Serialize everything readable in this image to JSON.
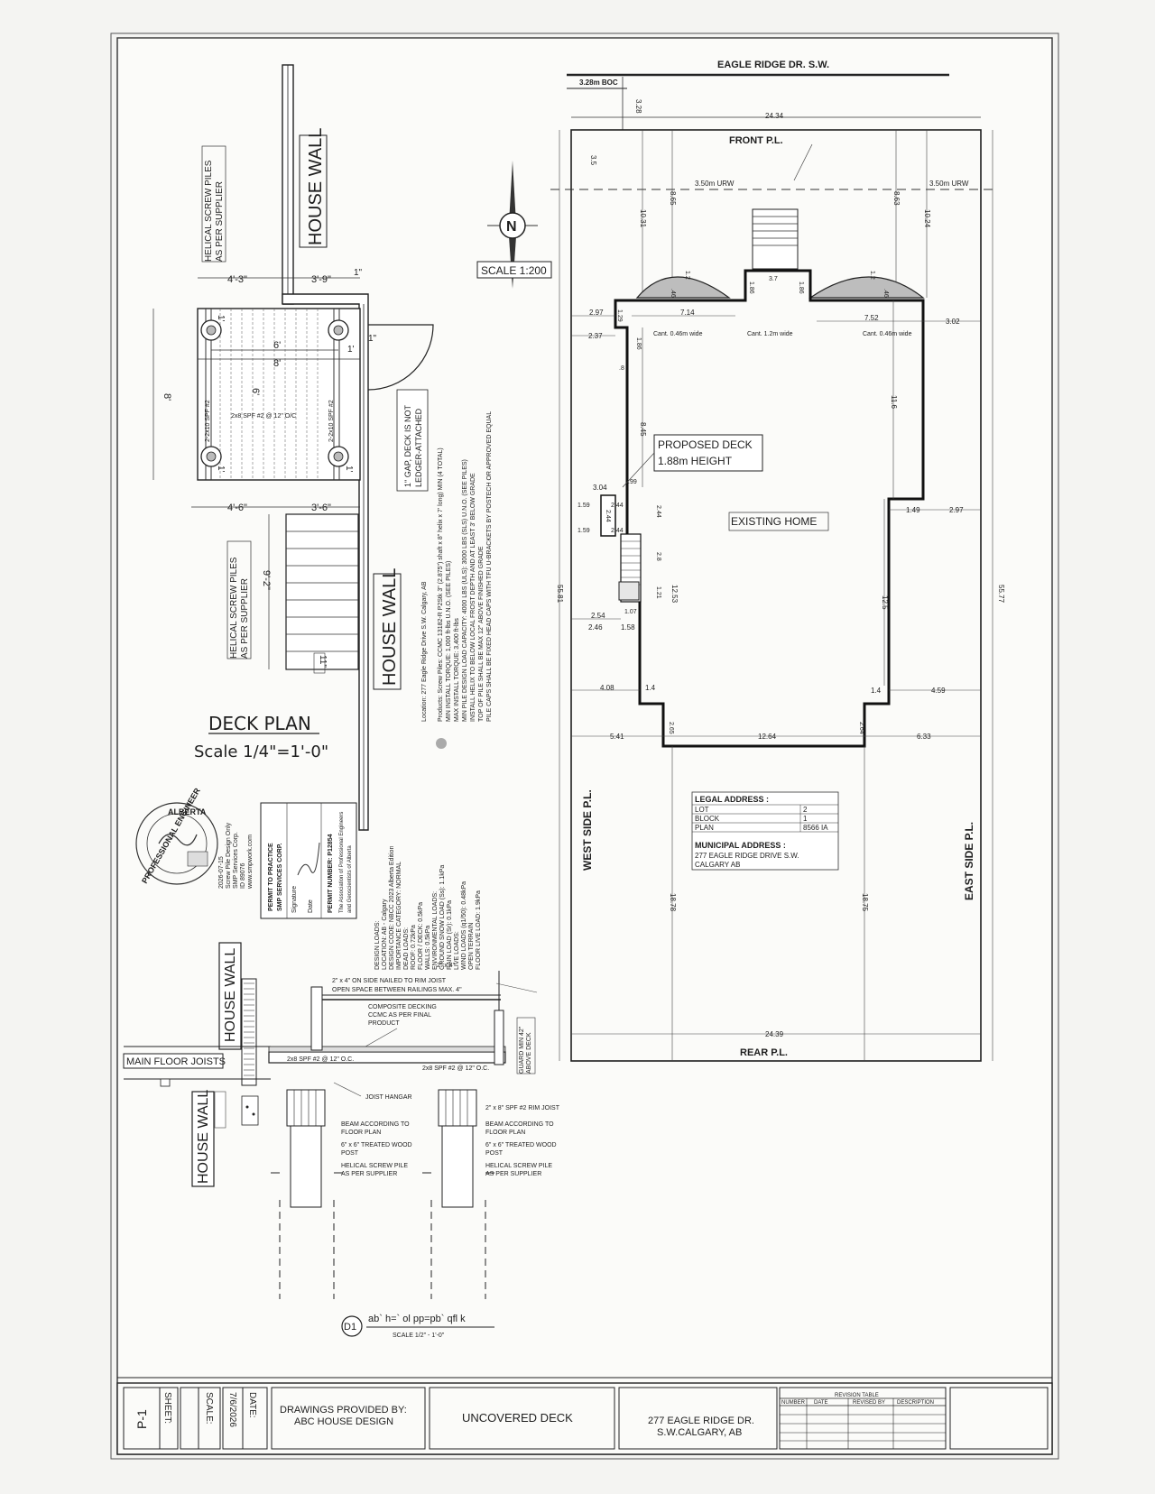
{
  "site_plan": {
    "street": "EAGLE RIDGE DR. S.W.",
    "boc": "3.28m BOC",
    "scale": "SCALE 1:200",
    "north": "N",
    "front_pl": "FRONT P.L.",
    "rear_pl": "REAR P.L.",
    "west_pl": "WEST SIDE P.L.",
    "east_pl": "EAST SIDE P.L.",
    "urw_left": "3.50m URW",
    "urw_right": "3.50m URW",
    "proposed_deck_1": "PROPOSED DECK",
    "proposed_deck_2": "1.88m HEIGHT",
    "existing_home": "EXISTING HOME",
    "cant_1": "Cant. 0.46m wide",
    "cant_2": "Cant. 1.2m wide",
    "cant_3": "Cant. 0.46m wide",
    "dims": {
      "d_328": "3.28",
      "d_2434": "24.34",
      "d_35": "3.5",
      "d_1031": "10.31",
      "d_865": "8.65",
      "d_863": "8.63",
      "d_1024": "10.24",
      "d_12a": "1.2",
      "d_12b": "1.2",
      "d_48a": ".46",
      "d_48b": ".46",
      "d_186a": "1.86",
      "d_186b": "1.86",
      "d_37": "3.7",
      "d_297a": "2.97",
      "d_129": "1.29",
      "d_714": "7.14",
      "d_752": "7.52",
      "d_302": "3.02",
      "d_237": "2.37",
      "d_186c": "1.86",
      "d_116": "11.6",
      "d_8": ".8",
      "d_845": "8.45",
      "d_304": "3.04",
      "d_99": ".99",
      "d_159a": "1.59",
      "d_244a": "2.44",
      "d_244b": "2.44",
      "d_244c": "2.44",
      "d_159b": "1.59",
      "d_244d": "2.44",
      "d_149": "1.49",
      "d_297b": "2.97",
      "d_28": "2.8",
      "d_1253": "12.53",
      "d_125": "12.5",
      "d_121": "1.21",
      "d_107": "1.07",
      "d_254": "2.54",
      "d_246": "2.46",
      "d_158": "1.58",
      "d_5581": "55.81",
      "d_5577": "55.77",
      "d_408": "4.08",
      "d_14a": "1.4",
      "d_14b": "1.4",
      "d_459": "4.59",
      "d_541": "5.41",
      "d_265": "2.65",
      "d_1264": "12.64",
      "d_264": "2.64",
      "d_633": "6.33",
      "d_1878a": "18.78",
      "d_1875": "18.75",
      "d_2439": "24.39"
    },
    "legal": {
      "title": "LEGAL ADDRESS :",
      "rows": [
        {
          "k": "LOT",
          "v": "2"
        },
        {
          "k": "BLOCK",
          "v": "1"
        },
        {
          "k": "PLAN",
          "v": "8566 IA"
        }
      ],
      "muni_title": "MUNICIPAL ADDRESS :",
      "muni_1": "277 EAGLE RIDGE DRIVE S.W.",
      "muni_2": "CALGARY AB"
    }
  },
  "deck_plan": {
    "title": "DECK PLAN",
    "scale": "Scale 1/4\"=1'-0\"",
    "house_wall_top": "HOUSE WALL",
    "house_wall_mid": "HOUSE WALL",
    "piles_top_1": "HELICAL SCREW PILES",
    "piles_top_2": "AS PER SUPPLIER",
    "piles_bottom_1": "HELICAL SCREW PILES",
    "piles_bottom_2": "AS PER SUPPLIER",
    "gap_1": "1\" GAP, DECK IS NOT",
    "gap_2": "LEDGER-ATTACHED",
    "dims": {
      "w43": "4'-3\"",
      "w39": "3'-9\"",
      "w1a": "1\"",
      "w1b": "1'",
      "w6": "6'",
      "w8": "8'",
      "w1c": "1'",
      "w1d": "1\"",
      "h8": "8'",
      "h6": "6'",
      "w1e": "1'",
      "w1f": "1'",
      "w46": "4'-6\"",
      "w36": "3'-6\"",
      "h92": "9'-2\"",
      "w11": "11\""
    },
    "labels": {
      "beam_left": "2-2x10 SPF #2",
      "beam_right": "2-2x10 SPF #2",
      "joists": "2x8 SPF #2 @ 12\" O/C"
    }
  },
  "notes": {
    "location": "Location: 277 Eagle Ridge Drive S.W. Calgary, AB",
    "lines": [
      "Products: Screw Piles: CCMC 13182-R  P2Stk 3\" (2.875\") shaft x 8\" helix x 7' long) MIN (4 TOTAL)",
      "MIN INSTALL TORQUE: 1,000 ft-lbs U.N.O. (SEE PILES)",
      "MAX INSTALL TORQUE: 3,400 ft-lbs",
      "MIN PILE DESIGN LOAD CAPACITY: 4000 LBS (ULS): 3000 LBS (SLS) U.N.O. (SEE PILES)",
      "INSTALL HELIX TO BELOW LOCAL FROST DEPTH AND AT LEAST 3' BELOW GRADE",
      "TOP OF PILE SHALL BE MAX 12\" ABOVE FINISHED GRADE",
      "PILE CAPS SHALL BE FIXED HEAD CAPS WITH TFU U-BRACKETS BY POSTECH OR APPROVED EQUAL"
    ]
  },
  "design_loads": {
    "lines": [
      "DESIGN LOADS:",
      "LOCATION: AB - Calgary",
      "DESIGN CODE: NBCC 2023 Alberta Edition",
      "IMPORTANCE CATEGORY: NORMAL",
      "DEAD LOADS:",
      "ROOF: 0.72kPa",
      "FLOOR / DECK: 0.5kPa",
      "WALLS: 0.5kPa",
      "ENVIRONMENTAL LOADS:",
      "GROUND SNOW LOAD (Ss): 1.1kPa",
      "RAIN LOAD (Sr): 0.1kPa",
      "LIVE LOADS:",
      "WIND LOADS (q1/50): 0.48kPa",
      "OPEN TERRAIN",
      "FLOOR LIVE LOAD: 1.9kPa"
    ]
  },
  "stamp": {
    "seal_1": "PROFESSIONAL ENGINEER",
    "seal_2": "ALBERTA",
    "permit_title_1": "PERMIT TO PRACTICE",
    "permit_title_2": "SMP SERVICES CORP.",
    "permit_sig": "Signature",
    "permit_date": "Date",
    "permit_number": "PERMIT NUMBER: P12854",
    "permit_assoc_1": "The Association of Professional Engineers",
    "permit_assoc_2": "and Geoscientists of Alberta",
    "side_1": "2026-07-15",
    "side_2": "Screw Pile Design Only",
    "side_3": "SMP Services Corp.",
    "side_4": "ID 89076",
    "side_5": "www.smpwork.com"
  },
  "detail": {
    "main_floor_joists": "MAIN FLOOR JOISTS",
    "house_wall_a": "HOUSE WALL",
    "house_wall_b": "HOUSE WALL",
    "labels": [
      "2\" x 4\"",
      "2\" x 4\" ON SIDE NAILED TO RIM JOIST",
      "OPEN SPACE BETWEEN RAILINGS MAX. 4\"",
      "COMPOSITE DECKING",
      "CCMC AS PER FINAL",
      "PRODUCT",
      "GUARD MIN 42\"",
      "ABOVE DECK",
      "2x8 SPF #2 @ 12\" O.C.",
      "2x8 SPF #2 @ 12\" O.C.",
      "JOIST HANGAR",
      "2\" x 8\" SPF #2 RIM JOIST",
      "BEAM ACCORDING TO",
      "FLOOR PLAN",
      "6\" x 6\" TREATED WOOD",
      "POST",
      "HELICAL SCREW PILE",
      "AS PER SUPPLIER",
      "BEAM ACCORDING TO",
      "FLOOR PLAN",
      "6\" x 6\" TREATED WOOD",
      "POST",
      "HELICAL SCREW PILE",
      "AS PER SUPPLIER"
    ],
    "ref": "D1",
    "ref_title": "ab` h=` ol pp=pb` qfl k",
    "ref_scale": "SCALE 1/2\" - 1'-0\""
  },
  "title_block": {
    "sheet_no": "P-1",
    "sheet_label": "SHEET:",
    "scale_label": "SCALE:",
    "date_value": "7/6/2026",
    "date_label": "DATE:",
    "provided_1": "DRAWINGS PROVIDED BY:",
    "provided_2": "ABC HOUSE DESIGN",
    "project": "UNCOVERED DECK",
    "address_1": "277 EAGLE RIDGE DR.",
    "address_2": "S.W.CALGARY, AB",
    "revision_title": "REVISION TABLE",
    "rev_cols": [
      "NUMBER",
      "DATE",
      "REVISED BY",
      "DESCRIPTION"
    ]
  }
}
